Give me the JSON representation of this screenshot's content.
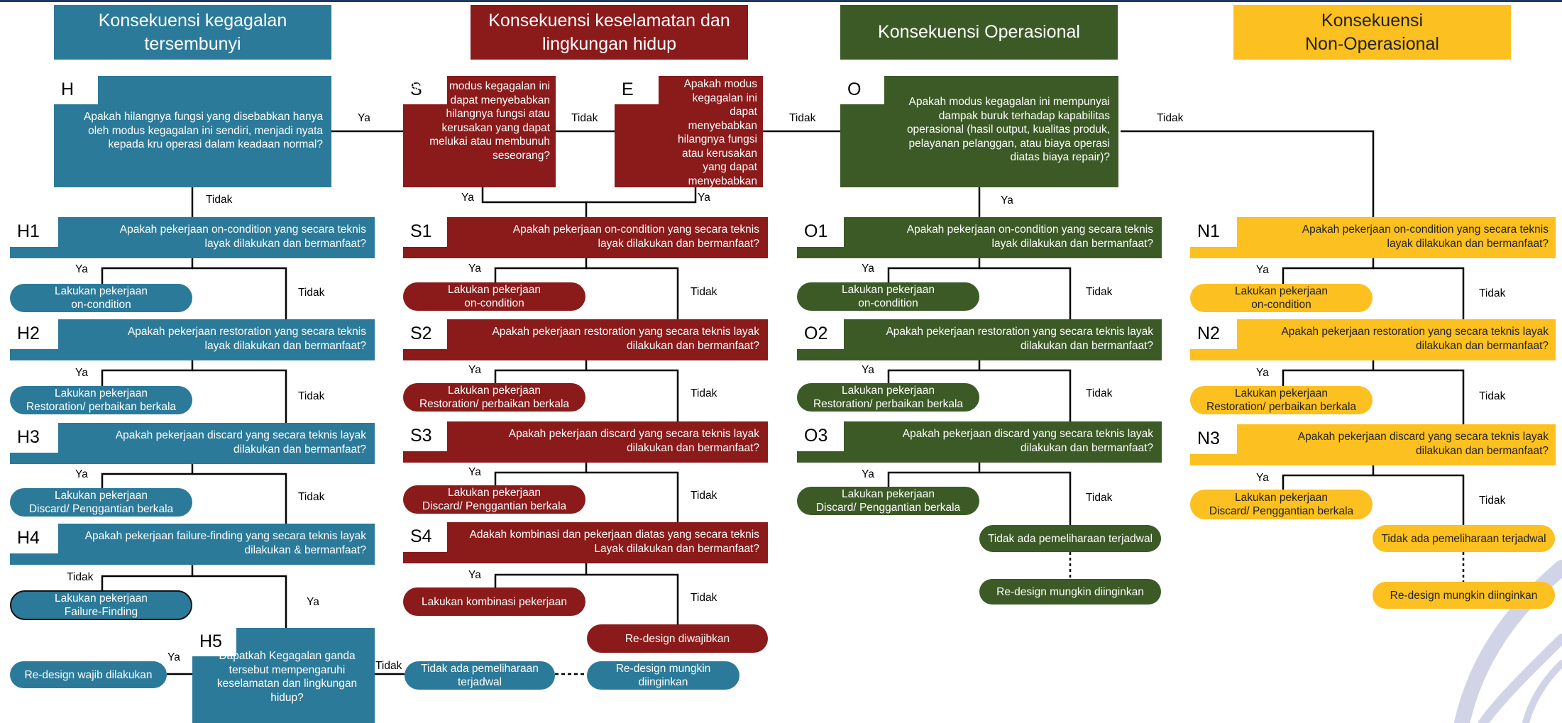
{
  "headers": {
    "hidden": "Konsekuensi kegagalan tersembunyi",
    "safety": "Konsekuensi keselamatan dan lingkungan hidup",
    "operational": "Konsekuensi Operasional",
    "non_operational_line1": "Konsekuensi",
    "non_operational_line2": "Non-Operasional"
  },
  "colors": {
    "hidden": "#2c7a9a",
    "safety": "#8b1a1a",
    "operational": "#3c5a26",
    "non_operational": "#fcc020"
  },
  "connectors": {
    "yes": "Ya",
    "no": "Tidak"
  },
  "questions": {
    "H": {
      "code": "H",
      "text": "Apakah hilangnya fungsi yang disebabkan hanya oleh modus kegagalan ini sendiri, menjadi nyata kepada kru operasi dalam keadaan normal?"
    },
    "S": {
      "code": "S",
      "text": "Apakah modus kegagalan ini dapat menyebabkan hilangnya fungsi atau kerusakan yang dapat melukai atau membunuh seseorang?"
    },
    "E": {
      "code": "E",
      "text": "Apakah modus kegagalan ini dapat menyebabkan hilangnya fungsi atau kerusakan yang dapat menyebabkan pelanggaran peraturan lingkungan hidup?"
    },
    "O": {
      "code": "O",
      "text": "Apakah modus kegagalan ini mempunyai dampak buruk terhadap kapabilitas operasional (hasil output, kualitas produk, pelayanan pelanggan, atau biaya operasi diatas biaya repair)?"
    },
    "H1": {
      "code": "H1",
      "text": "Apakah pekerjaan on-condition yang secara teknis layak dilakukan dan bermanfaat?"
    },
    "H2": {
      "code": "H2",
      "text": "Apakah pekerjaan restoration yang secara teknis layak dilakukan dan bermanfaat?"
    },
    "H3": {
      "code": "H3",
      "text": "Apakah pekerjaan discard yang secara teknis layak dilakukan dan bermanfaat?"
    },
    "H4": {
      "code": "H4",
      "text": "Apakah pekerjaan failure-finding yang secara teknis layak dilakukan & bermanfaat?"
    },
    "H5": {
      "code": "H5",
      "text": "Dapatkah Kegagalan ganda tersebut mempengaruhi keselamatan dan lingkungan hidup?"
    },
    "S1": {
      "code": "S1",
      "text": "Apakah pekerjaan on-condition yang secara teknis layak dilakukan dan bermanfaat?"
    },
    "S2": {
      "code": "S2",
      "text": "Apakah pekerjaan restoration yang secara teknis layak dilakukan dan bermanfaat?"
    },
    "S3": {
      "code": "S3",
      "text": "Apakah pekerjaan discard yang secara teknis layak dilakukan dan bermanfaat?"
    },
    "S4": {
      "code": "S4",
      "text": "Adakah kombinasi dan pekerjaan diatas yang secara teknis Layak dilakukan dan bermanfaat?"
    },
    "O1": {
      "code": "O1",
      "text": "Apakah pekerjaan on-condition yang secara teknis layak dilakukan dan bermanfaat?"
    },
    "O2": {
      "code": "O2",
      "text": "Apakah pekerjaan restoration yang secara teknis layak dilakukan dan bermanfaat?"
    },
    "O3": {
      "code": "O3",
      "text": "Apakah pekerjaan discard yang secara teknis layak dilakukan dan bermanfaat?"
    },
    "N1": {
      "code": "N1",
      "text": "Apakah pekerjaan on-condition yang secara teknis layak dilakukan dan bermanfaat?"
    },
    "N2": {
      "code": "N2",
      "text": "Apakah pekerjaan restoration yang secara teknis layak dilakukan dan bermanfaat?"
    },
    "N3": {
      "code": "N3",
      "text": "Apakah pekerjaan discard yang secara teknis layak dilakukan dan bermanfaat?"
    }
  },
  "actions": {
    "oncondition_1": "Lakukan pekerjaan",
    "oncondition_2": "on-condition",
    "restoration_1": "Lakukan pekerjaan",
    "restoration_2": "Restoration/ perbaikan berkala",
    "discard_1": "Lakukan pekerjaan",
    "discard_2": "Discard/ Penggantian berkala",
    "failurefinding_1": "Lakukan pekerjaan",
    "failurefinding_2": "Failure-Finding",
    "redesign_mandatory_hidden": "Re-design wajib dilakukan",
    "no_scheduled_maintenance": "Tidak ada pemeliharaan terjadwal",
    "redesign_optional": "Re-design mungkin diinginkan",
    "combination": "Lakukan kombinasi pekerjaan",
    "redesign_mandatory_safety": "Re-design diwajibkan"
  }
}
